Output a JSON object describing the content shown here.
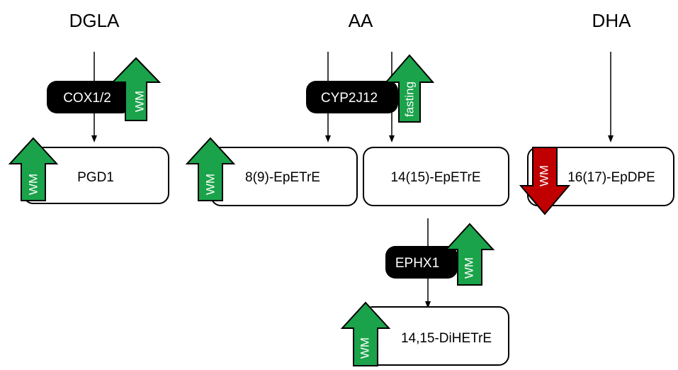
{
  "colors": {
    "up_arrow": "#1aa34a",
    "down_arrow": "#c00000",
    "enzyme_bg": "#000000",
    "line": "#000000"
  },
  "precursors": {
    "dgla": "DGLA",
    "aa": "AA",
    "dha": "DHA"
  },
  "enzymes": {
    "cox": "COX1/2",
    "cyp": "CYP2J12",
    "ephx": "EPHX1"
  },
  "metabolites": {
    "pgd1": "PGD1",
    "ep89": "8(9)-EpETrE",
    "ep1415": "14(15)-EpETrE",
    "epdpe": "16(17)-EpDPE",
    "dihetre": "14,15-DiHETrE"
  },
  "change_labels": {
    "wm": "WM",
    "fasting": "fasting"
  },
  "changes": {
    "cox": "up",
    "cyp": "up",
    "ephx": "up",
    "pgd1": "up",
    "ep89": "up",
    "epdpe": "down",
    "dihetre": "up"
  }
}
